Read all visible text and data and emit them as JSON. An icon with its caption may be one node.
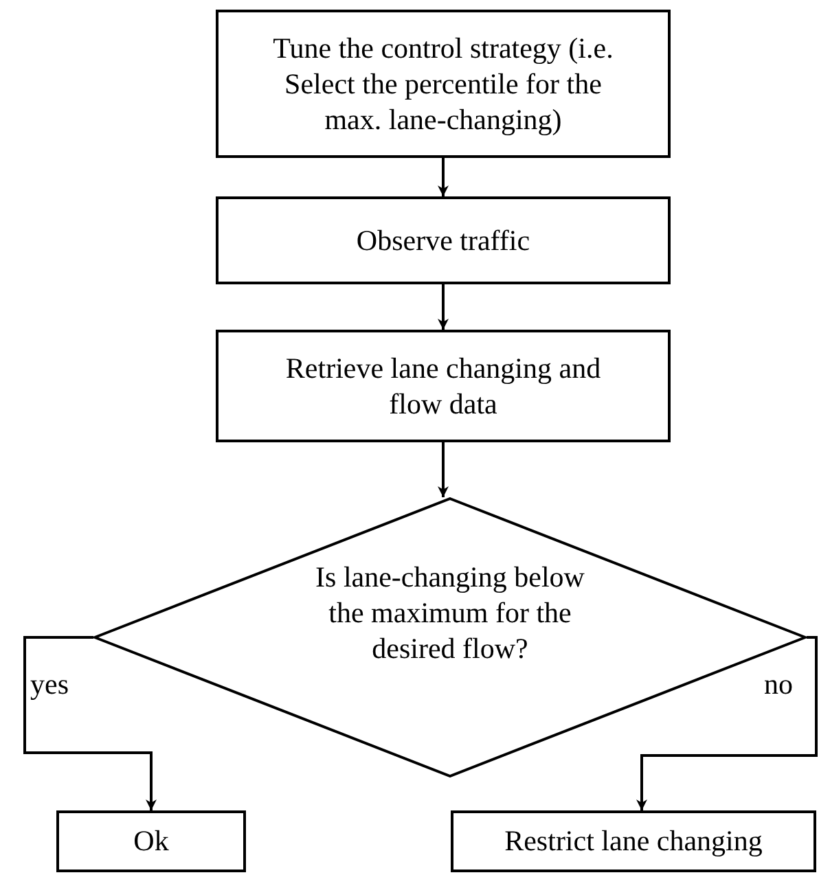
{
  "diagram": {
    "nodes": [
      {
        "text": [
          "Tune the control strategy (i.e. Select the percentile for the max. lane-changing)"
        ]
      },
      {
        "text": [
          "Observe traffic"
        ]
      },
      {
        "text": [
          "Retrieve lane changing and flow data"
        ]
      },
      {
        "text": [
          "Is lane-changing below the maximum for the desired flow?"
        ]
      },
      {
        "text": [
          "Ok"
        ]
      },
      {
        "text": [
          "Restrict lane changing"
        ]
      }
    ],
    "edges": [
      {
        "from": 0,
        "to": 1,
        "arrow": "to"
      },
      {
        "from": 1,
        "to": 2,
        "arrow": "to"
      },
      {
        "from": 2,
        "to": 3,
        "arrow": "to"
      },
      {
        "from": 3,
        "to": 4,
        "arrow": "to",
        "label": "yes"
      },
      {
        "from": 3,
        "to": 5,
        "arrow": "to",
        "label": "no"
      }
    ]
  }
}
